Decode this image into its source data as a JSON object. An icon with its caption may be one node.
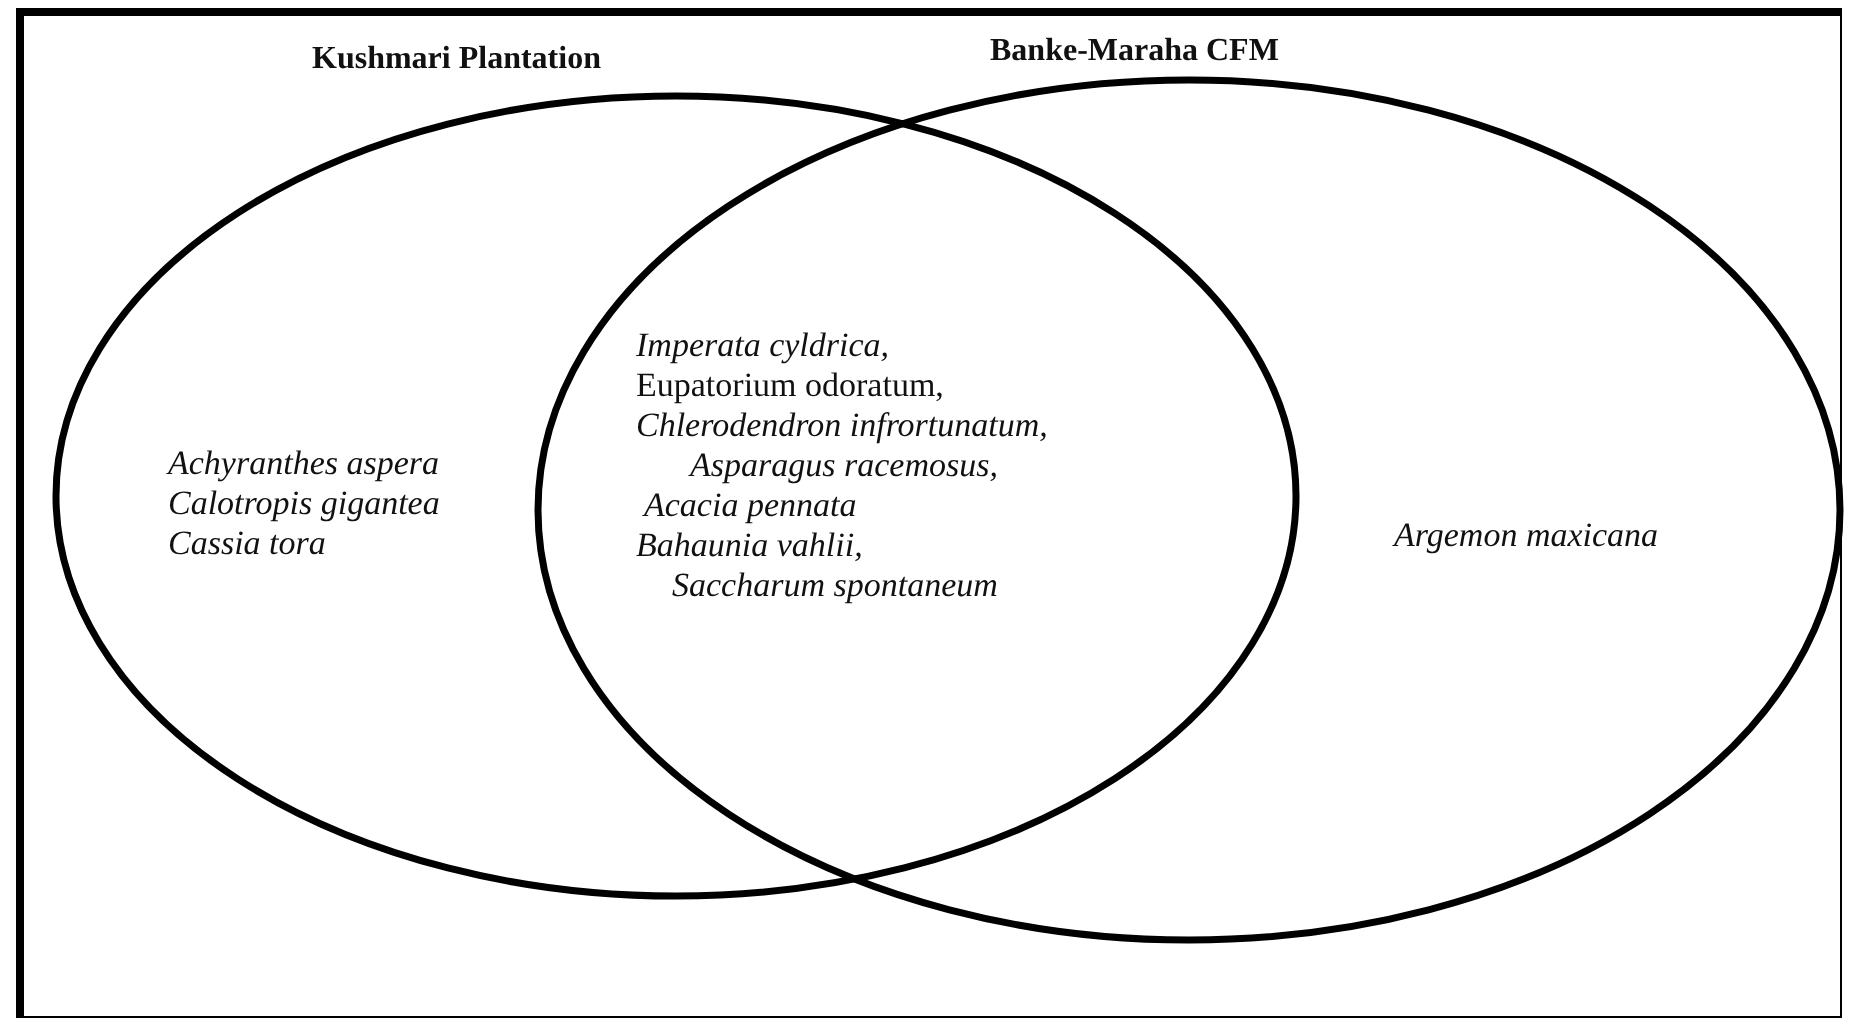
{
  "diagram": {
    "nodes": [
      {
        "text": [
          "Kushmari Plantation",
          "Achyranthes aspera",
          "Calotropis gigantea",
          "Cassia tora"
        ]
      },
      {
        "text": [
          "Banke-Maraha  CFM",
          "Argemon maxicana"
        ]
      }
    ],
    "labels": [
      "Imperata cyldrica,",
      "Eupatorium odoratum,",
      "Chlerodendron infrortunatum,",
      "Asparagus racemosus,",
      "Acacia pennata",
      "Bahaunia vahlii,",
      "Saccharum spontaneum"
    ]
  }
}
